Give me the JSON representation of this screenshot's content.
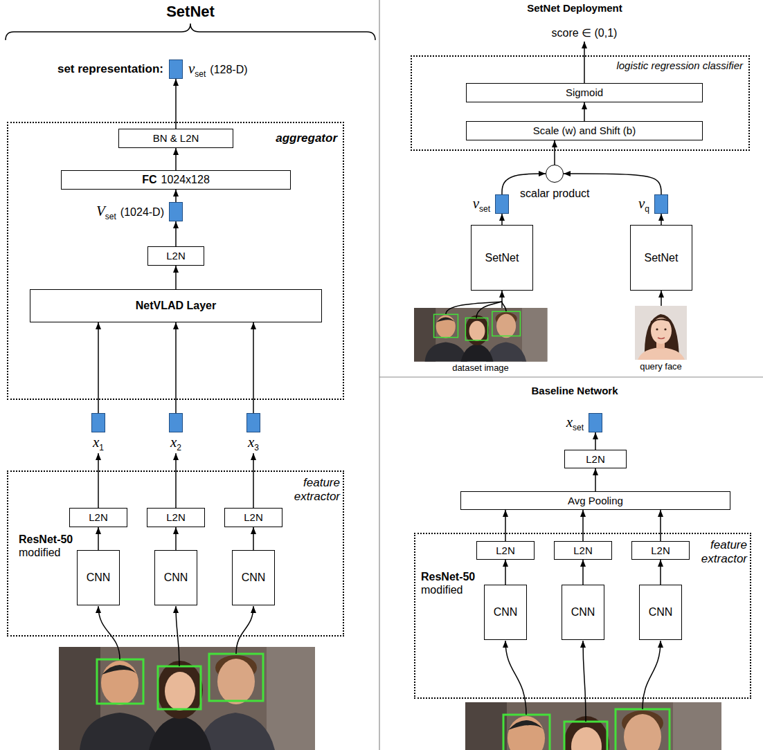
{
  "diagram": {
    "nodes": [
      {
        "text": [
          "set representation:",
          "v",
          "set",
          "(128-D)"
        ]
      },
      {
        "text": [
          "aggregator"
        ]
      },
      {
        "text": [
          "BN & L2N"
        ],
        "in": 1
      },
      {
        "text": [
          "FC",
          "1024x128"
        ],
        "in": 1
      },
      {
        "text": [
          "V",
          "set",
          "(1024-D)"
        ],
        "in": 1
      },
      {
        "text": [
          "L2N"
        ],
        "in": 1
      },
      {
        "text": [
          "NetVLAD Layer"
        ],
        "in": 1
      },
      {
        "text": [
          "x",
          "1"
        ]
      },
      {
        "text": [
          "x",
          "2"
        ]
      },
      {
        "text": [
          "x",
          "3"
        ]
      },
      {
        "text": [
          "feature extractor",
          "ResNet-50",
          "modified"
        ]
      },
      {
        "text": [
          "L2N"
        ],
        "in": 10
      },
      {
        "text": [
          "L2N"
        ],
        "in": 10
      },
      {
        "text": [
          "L2N"
        ],
        "in": 10
      },
      {
        "text": [
          "CNN"
        ],
        "in": 10
      },
      {
        "text": [
          "CNN"
        ],
        "in": 10
      },
      {
        "text": [
          "CNN"
        ],
        "in": 10
      },
      {
        "text": [
          "logistic regression classifier"
        ]
      },
      {
        "text": [
          "Sigmoid"
        ],
        "in": 17
      },
      {
        "text": [
          "Scale (w) and Shift (b)"
        ],
        "in": 17
      },
      {
        "text": [
          "scalar product"
        ]
      },
      {
        "text": [
          "v",
          "set"
        ]
      },
      {
        "text": [
          "v",
          "q"
        ]
      },
      {
        "text": [
          "SetNet"
        ]
      },
      {
        "text": [
          "SetNet"
        ]
      },
      {
        "text": [
          "dataset image"
        ]
      },
      {
        "text": [
          "query face"
        ]
      },
      {
        "text": [
          "x",
          "set"
        ]
      },
      {
        "text": [
          "L2N"
        ]
      },
      {
        "text": [
          "Avg Pooling"
        ]
      },
      {
        "text": [
          "feature extractor",
          "ResNet-50",
          "modified"
        ]
      },
      {
        "text": [
          "L2N"
        ],
        "in": 30
      },
      {
        "text": [
          "L2N"
        ],
        "in": 30
      },
      {
        "text": [
          "L2N"
        ],
        "in": 30
      },
      {
        "text": [
          "CNN"
        ],
        "in": 30
      },
      {
        "text": [
          "CNN"
        ],
        "in": 30
      },
      {
        "text": [
          "CNN"
        ],
        "in": 30
      }
    ],
    "edges": [
      {
        "from": 2,
        "to": 0,
        "arrow": "to"
      },
      {
        "from": 3,
        "to": 2,
        "arrow": "to"
      },
      {
        "from": 4,
        "to": 3,
        "arrow": "to"
      },
      {
        "from": 5,
        "to": 4,
        "arrow": "to"
      },
      {
        "from": 6,
        "to": 5,
        "arrow": "to"
      },
      {
        "from": 7,
        "to": 6,
        "arrow": "to"
      },
      {
        "from": 8,
        "to": 6,
        "arrow": "to"
      },
      {
        "from": 9,
        "to": 6,
        "arrow": "to"
      },
      {
        "from": 11,
        "to": 7,
        "arrow": "to"
      },
      {
        "from": 12,
        "to": 8,
        "arrow": "to"
      },
      {
        "from": 13,
        "to": 9,
        "arrow": "to"
      },
      {
        "from": 14,
        "to": 11,
        "arrow": "to"
      },
      {
        "from": 15,
        "to": 12,
        "arrow": "to"
      },
      {
        "from": 16,
        "to": 13,
        "arrow": "to"
      },
      {
        "from": 19,
        "to": 18,
        "arrow": "to"
      },
      {
        "from": 20,
        "to": 19,
        "arrow": "to"
      },
      {
        "from": 21,
        "to": 20,
        "arrow": "to"
      },
      {
        "from": 22,
        "to": 20,
        "arrow": "to"
      },
      {
        "from": 23,
        "to": 21,
        "arrow": "to"
      },
      {
        "from": 24,
        "to": 22,
        "arrow": "to"
      },
      {
        "from": 25,
        "to": 23,
        "arrow": "to"
      },
      {
        "from": 26,
        "to": 24,
        "arrow": "to"
      },
      {
        "from": 28,
        "to": 27,
        "arrow": "to"
      },
      {
        "from": 29,
        "to": 28,
        "arrow": "to"
      },
      {
        "from": 31,
        "to": 29,
        "arrow": "to"
      },
      {
        "from": 32,
        "to": 29,
        "arrow": "to"
      },
      {
        "from": 33,
        "to": 29,
        "arrow": "to"
      },
      {
        "from": 34,
        "to": 31,
        "arrow": "to"
      },
      {
        "from": 35,
        "to": 32,
        "arrow": "to"
      },
      {
        "from": 36,
        "to": 33,
        "arrow": "to"
      }
    ],
    "labels": [
      "SetNet",
      "SetNet Deployment",
      "score ∈ (0,1)",
      "Baseline Network"
    ]
  }
}
